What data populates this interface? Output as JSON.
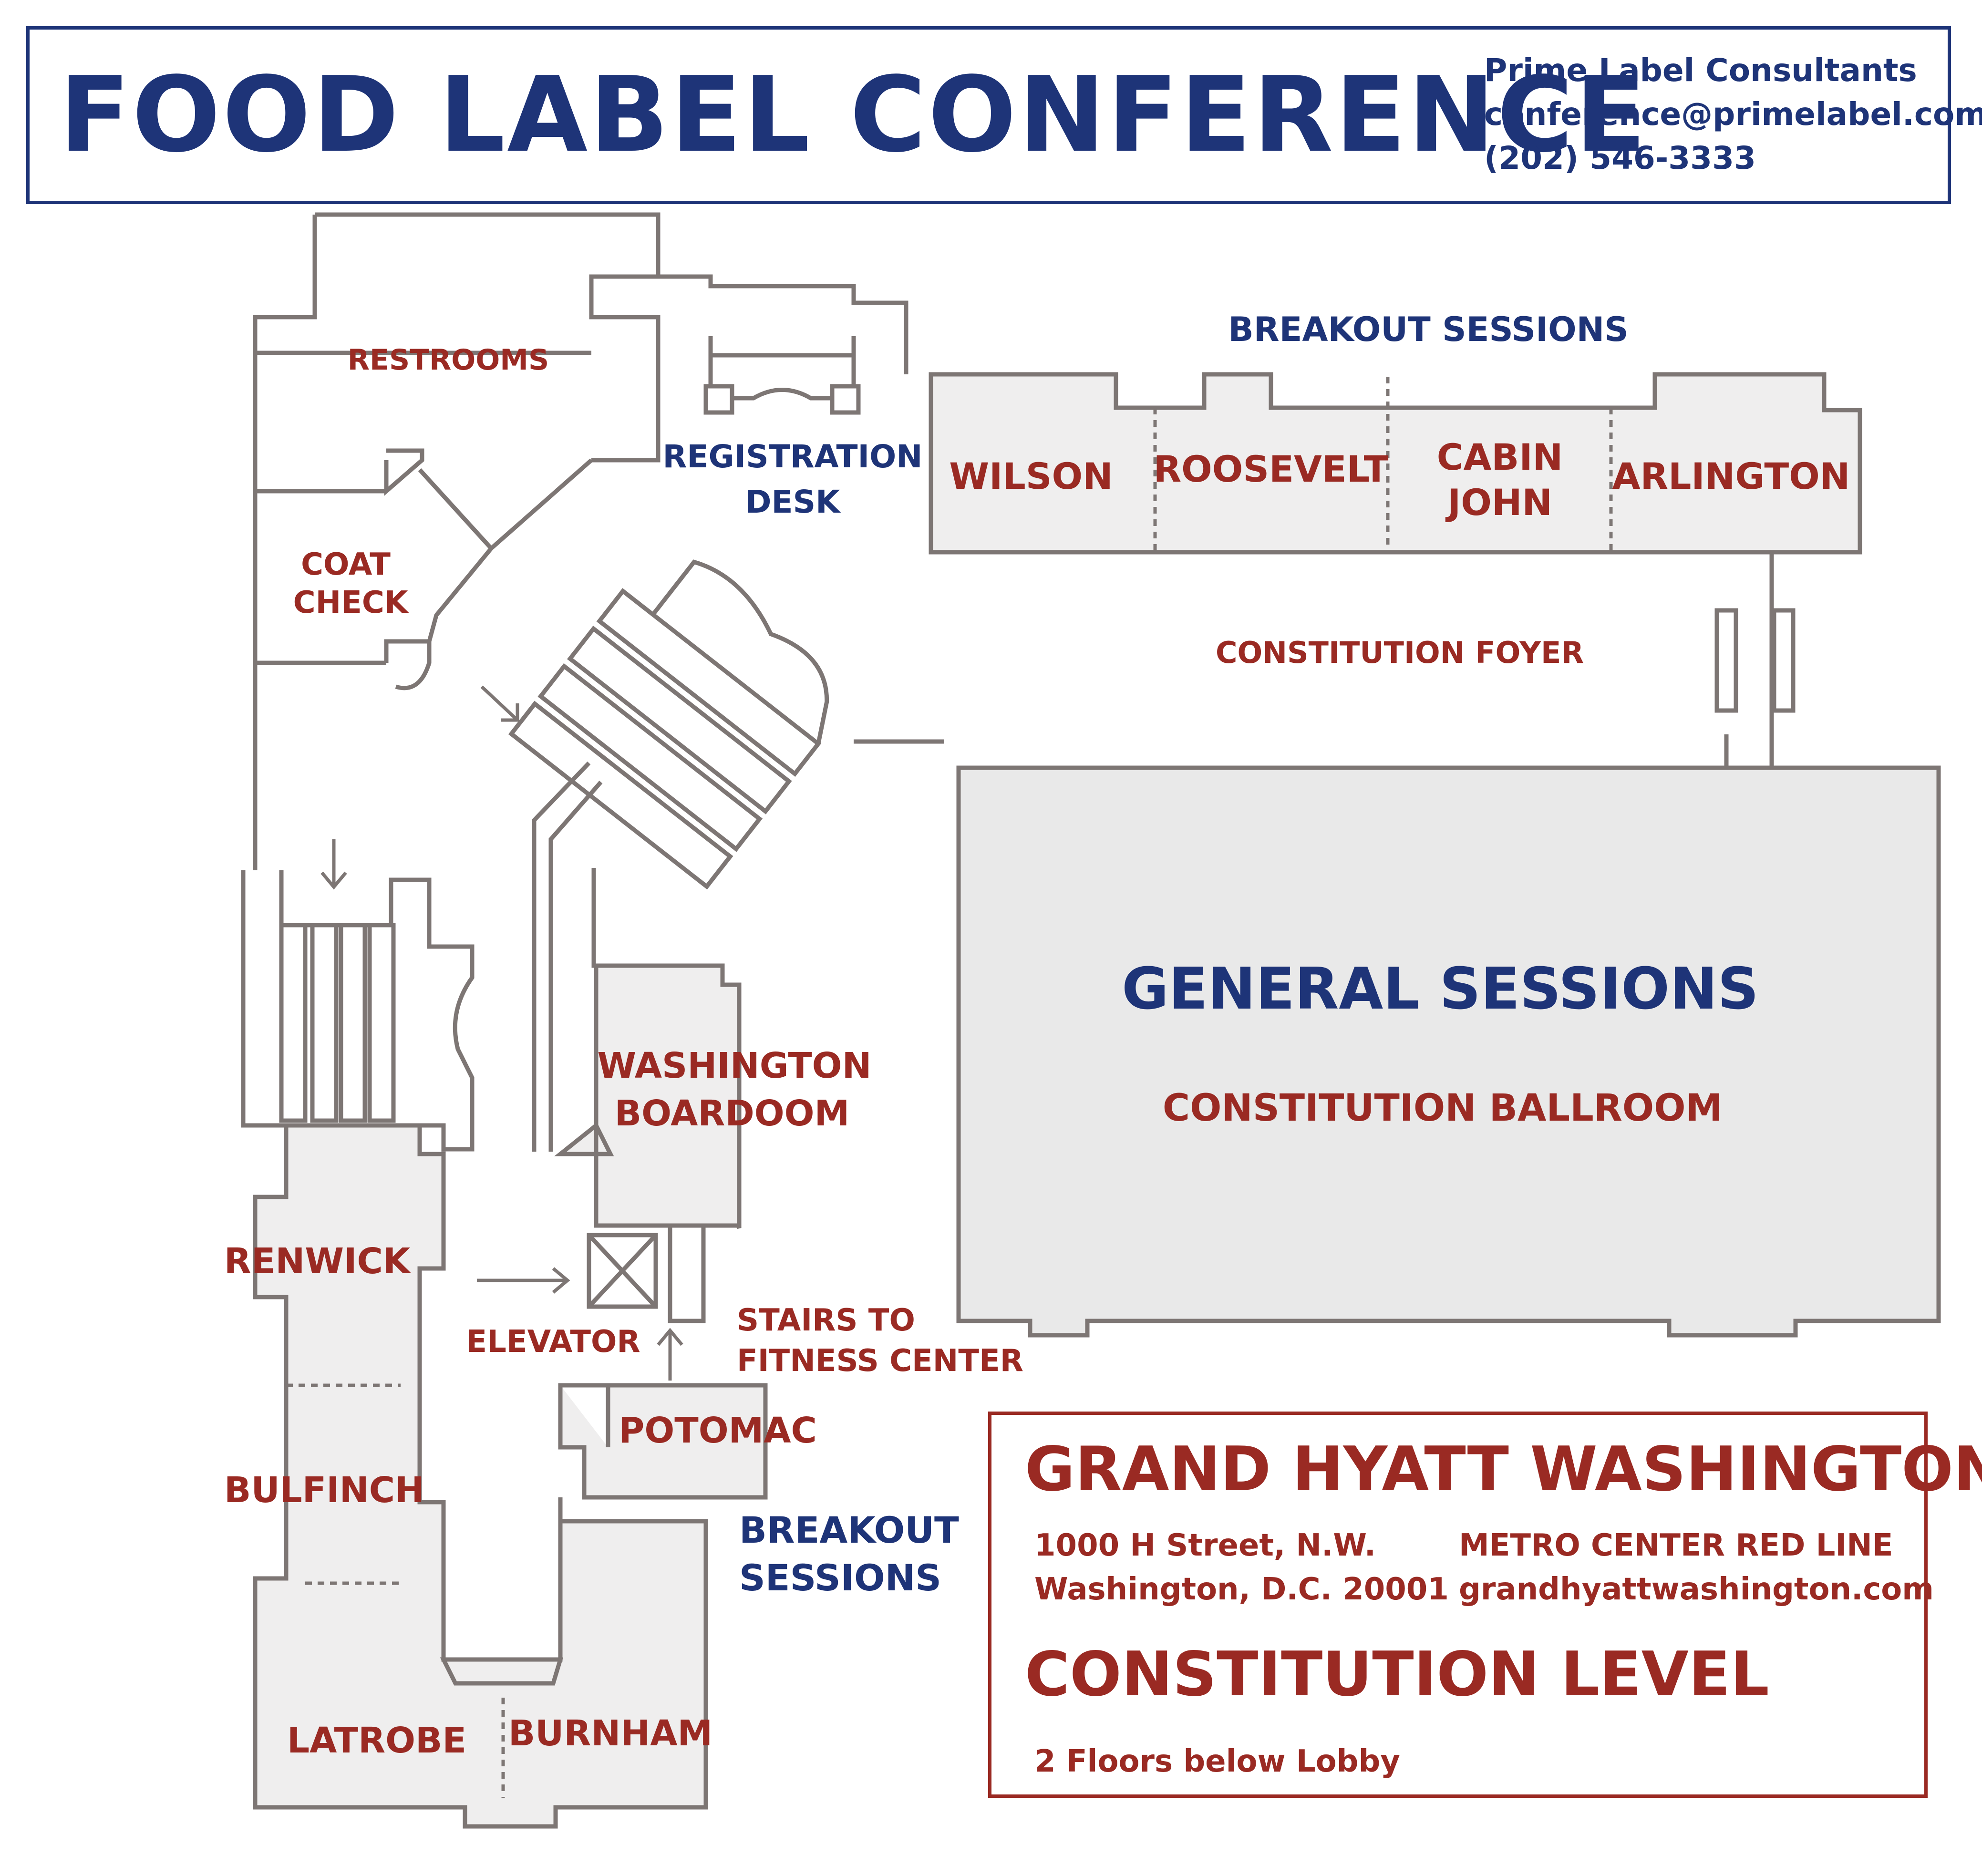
{
  "header": {
    "title": "FOOD LABEL CONFERENCE",
    "org": "Prime Label Consultants",
    "email": "conference@primelabel.com",
    "phone": "(202) 546-3333"
  },
  "map": {
    "restrooms": "RESTROOMS",
    "registration": [
      "REGISTRATION",
      "DESK"
    ],
    "breakout_top": "BREAKOUT SESSIONS",
    "wilson": "WILSON",
    "roosevelt": "ROOSEVELT",
    "cabin_john": [
      "CABIN",
      "JOHN"
    ],
    "arlington": "ARLINGTON",
    "coat_check": [
      "COAT",
      "CHECK"
    ],
    "foyer": "CONSTITUTION FOYER",
    "general_sessions": "GENERAL SESSIONS",
    "ballroom": "CONSTITUTION BALLROOM",
    "washington_boardroom": [
      "WASHINGTON",
      "BOARDOOM"
    ],
    "renwick": "RENWICK",
    "elevator": "ELEVATOR",
    "stairs": [
      "STAIRS TO",
      "FITNESS CENTER"
    ],
    "potomac": "POTOMAC",
    "breakout_bottom": [
      "BREAKOUT",
      "SESSIONS"
    ],
    "bulfinch": "BULFINCH",
    "latrobe": "LATROBE",
    "burnham": "BURNHAM"
  },
  "info": {
    "hotel": "GRAND HYATT WASHINGTON",
    "address_line1": "1000 H Street, N.W.",
    "address_line2": "Washington, D.C. 20001",
    "metro": "METRO CENTER RED LINE",
    "website": "grandhyattwashington.com",
    "level": "CONSTITUTION LEVEL",
    "floors": "2 Floors below Lobby"
  },
  "colors": {
    "navy": "#1e3478",
    "red": "#9a2a23",
    "wall": "#7d7674",
    "room_fill": "#efeeee",
    "ballroom_fill": "#e9e9e9"
  }
}
